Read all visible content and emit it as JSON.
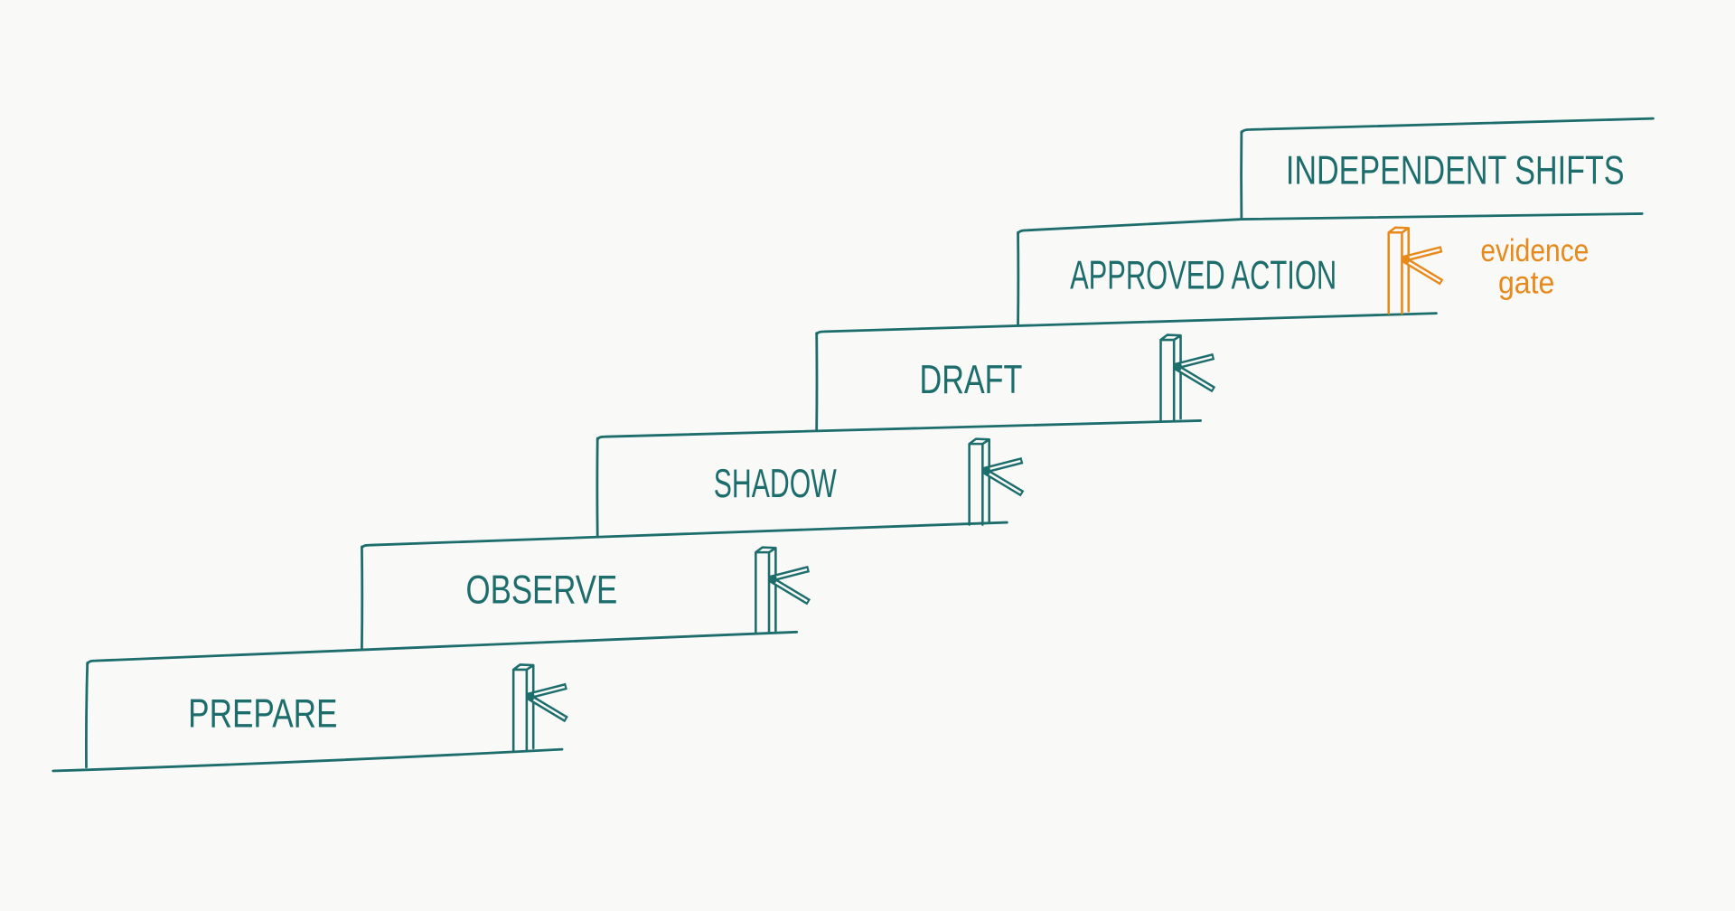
{
  "steps": [
    {
      "label": "PREPARE",
      "gate": true,
      "gate_highlighted": false
    },
    {
      "label": "OBSERVE",
      "gate": true,
      "gate_highlighted": false
    },
    {
      "label": "SHADOW",
      "gate": true,
      "gate_highlighted": false
    },
    {
      "label": "DRAFT",
      "gate": true,
      "gate_highlighted": false
    },
    {
      "label": "APPROVED ACTION",
      "gate": true,
      "gate_highlighted": true
    },
    {
      "label": "INDEPENDENT SHIFTS",
      "gate": false,
      "gate_highlighted": false
    }
  ],
  "annotation": {
    "line1": "evidence",
    "line2": "gate"
  },
  "colors": {
    "ink": "#1d6d6d",
    "highlight": "#e8891c",
    "background": "#f9f9f7"
  }
}
